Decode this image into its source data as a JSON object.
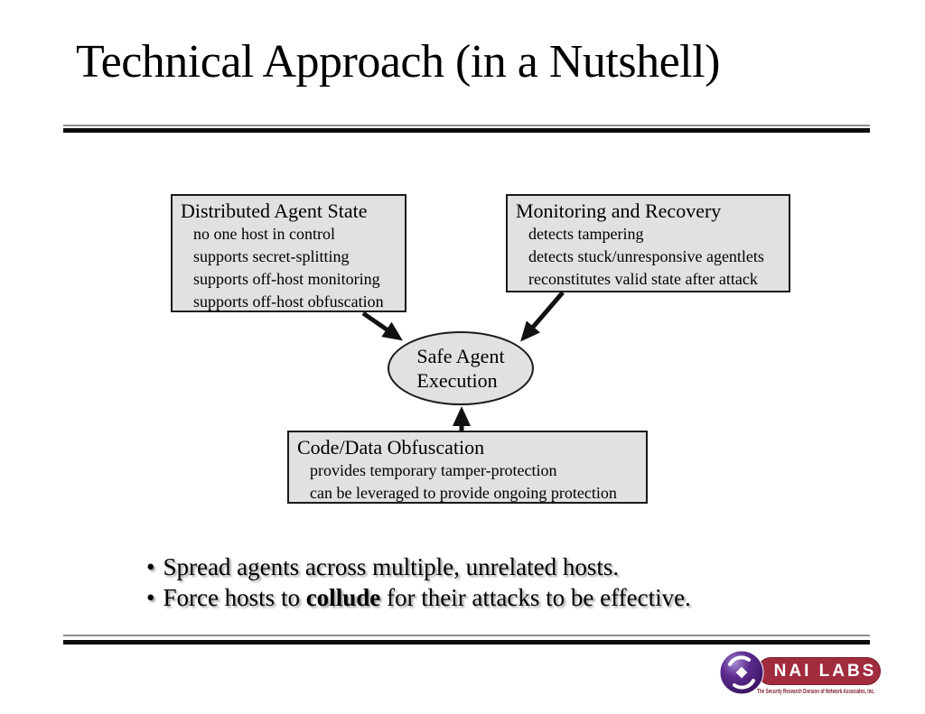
{
  "slide": {
    "title": "Technical Approach (in a Nutshell)"
  },
  "diagram": {
    "boxes": [
      {
        "title": "Distributed Agent State",
        "items": [
          "no one host in control",
          "supports secret-splitting",
          "supports off-host monitoring",
          "supports off-host obfuscation"
        ]
      },
      {
        "title": "Monitoring and Recovery",
        "items": [
          "detects tampering",
          "detects stuck/unresponsive agentlets",
          "reconstitutes valid state after attack"
        ]
      },
      {
        "title": "Code/Data Obfuscation",
        "items": [
          "provides temporary tamper-protection",
          "can be leveraged to provide ongoing protection"
        ]
      }
    ],
    "ellipse": {
      "line1": "Safe Agent",
      "line2": "Execution"
    }
  },
  "bullets": {
    "marker": "•",
    "items": [
      {
        "pre": "Spread agents across multiple, unrelated hosts.",
        "bold": "",
        "post": ""
      },
      {
        "pre": "Force hosts to ",
        "bold": "collude",
        "post": " for their attacks to be effective."
      }
    ]
  },
  "logo": {
    "name": "NAI LABS",
    "tagline": "The Security Research Division of Network Associates, Inc.",
    "icon": "nai-globe-icon"
  },
  "colors": {
    "box_fill": "#e1e1e1",
    "box_border": "#1a1a1a",
    "rule_gray": "#8f8f8f",
    "rule_black": "#0d0d0d",
    "logo_red": "#a12c3e",
    "logo_red_dark": "#7e1f30",
    "logo_purple": "#5e2d91"
  }
}
